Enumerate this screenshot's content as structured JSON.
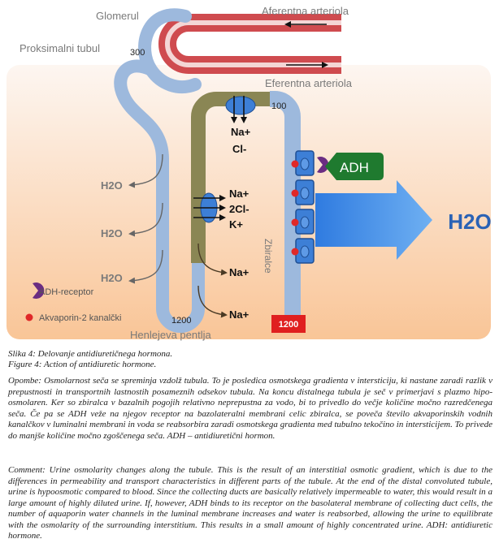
{
  "diagram": {
    "labels": {
      "glomerul": "Glomerul",
      "proksimalni_tubul": "Proksimalni tubul",
      "aferentna_arteriola": "Aferentna arteriola",
      "eferentna_arteriola": "Eferentna arteriola",
      "osm_300": "300",
      "osm_100": "100",
      "osm_1200_loop": "1200",
      "osm_1200_duct": "1200",
      "henlejeva_pentlja": "Henlejeva pentlja",
      "zbiralce": "Zbiralce",
      "h2o_1": "H2O",
      "h2o_2": "H2O",
      "h2o_3": "H2O",
      "h2o_big": "H2O",
      "na_top": "Na+",
      "cl_top": "Cl-",
      "na_mid": "Na+",
      "twocl_mid": "2Cl-",
      "k_mid": "K+",
      "na_low1": "Na+",
      "na_low2": "Na+",
      "adh": "ADH"
    },
    "legend": {
      "adh_receptor": "ADH-receptor",
      "aquaporin": "Akvaporin-2 kanalčki"
    },
    "colors": {
      "tubule_blue": "#9db9dd",
      "thick_limb_olive": "#8a8654",
      "arteriole_red": "#cf4b4f",
      "arteriole_light": "#f3d2d2",
      "interstitium_top": "#fdf4ee",
      "interstitium_bottom": "#f9c99b",
      "adh_green": "#1f7a2f",
      "receptor_purple": "#6b2d82",
      "aquaporin_red": "#e02828",
      "arrow_blue": "#3b84e0",
      "h2o_text": "#2a62b5",
      "osm_box_red": "#e01f1f"
    }
  },
  "captions": {
    "figure_si": "Slika 4: Delovanje antidiuretičnega hormona.",
    "figure_en": "Figure 4: Action of antidiuretic hormone.",
    "note_si": "Opombe: Osmolarnost seča se spreminja vzdolž tubula. To je posledica osmotskega gradienta v intersticiju, ki nastane zaradi razlik v prepustnosti in transportnih lastnostih posameznih odsekov tubula. Na koncu distalnega tubula je seč v primerjavi s plazmo hipo-osmolaren. Ker so zbiralca v bazalnih pogojih relativno neprepustna za vodo, bi to privedlo do večje količine močno razredčenega seča. Če pa se ADH veže na njegov receptor na bazolateralni membrani celic zbiralca, se poveča število akvaporinskih vodnih kanalčkov v luminalni membrani in voda se reabsorbira zaradi osmotskega gradienta med tubulno tekočino in intersticijem. To privede do manjše količine močno zgoščenega seča. ADH – antidiuretični hormon.",
    "note_en": "Comment: Urine osmolarity changes along the tubule. This is the result of an interstitial osmotic gradient, which is due to the differences in permeability and transport characteristics in different parts of the tubule. At the end of the distal convoluted tubule, urine is hypoosmotic compared to blood. Since the collecting ducts are basically relatively impermeable to water, this would result in a large amount of highly diluted urine. If, however, ADH binds to its receptor on the basolateral membrane of collecting duct cells, the number of aquaporin water channels in the luminal membrane increases and water is reabsorbed, allowing the urine to equilibrate with the osmolarity of the surrounding interstitium. This results in a small amount of highly concentrated urine. ADH: antidiuretic hormone."
  }
}
